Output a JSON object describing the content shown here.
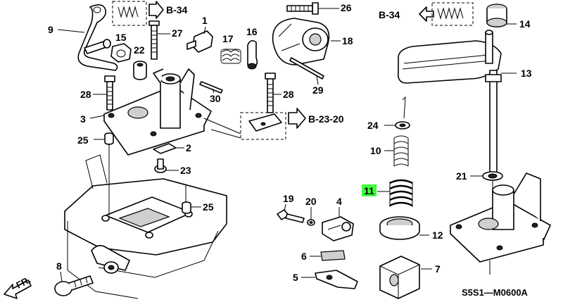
{
  "refs": {
    "b34_left": "B-34",
    "b34_right": "B-34",
    "b2320": "B-23-20"
  },
  "labels": {
    "front": "FR.",
    "p1": "1",
    "p2": "2",
    "p3": "3",
    "p4": "4",
    "p5": "5",
    "p6": "6",
    "p7": "7",
    "p8": "8",
    "p9": "9",
    "p10": "10",
    "p11": "11",
    "p12": "12",
    "p13": "13",
    "p14": "14",
    "p15": "15",
    "p16": "16",
    "p17": "17",
    "p18": "18",
    "p19": "19",
    "p20": "20",
    "p21": "21",
    "p22": "22",
    "p23": "23",
    "p24": "24",
    "p25": "25",
    "p26": "26",
    "p27": "27",
    "p28": "28",
    "p29": "29",
    "p30": "30",
    "diagram_code": "S5S1—M0600A"
  },
  "colors": {
    "highlight": "#3cff3c",
    "line": "#000000",
    "background": "#ffffff"
  }
}
